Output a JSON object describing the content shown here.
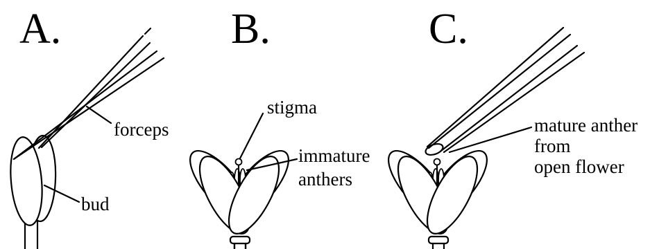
{
  "panels": [
    {
      "letter": "A.",
      "labels": {
        "forceps": "forceps",
        "bud": "bud"
      }
    },
    {
      "letter": "B.",
      "labels": {
        "stigma": "stigma",
        "anthers_line1": "immature",
        "anthers_line2": "anthers"
      }
    },
    {
      "letter": "C.",
      "labels": {
        "mature_line1": "mature anther",
        "mature_line2": "from",
        "mature_line3": "open flower"
      }
    }
  ]
}
